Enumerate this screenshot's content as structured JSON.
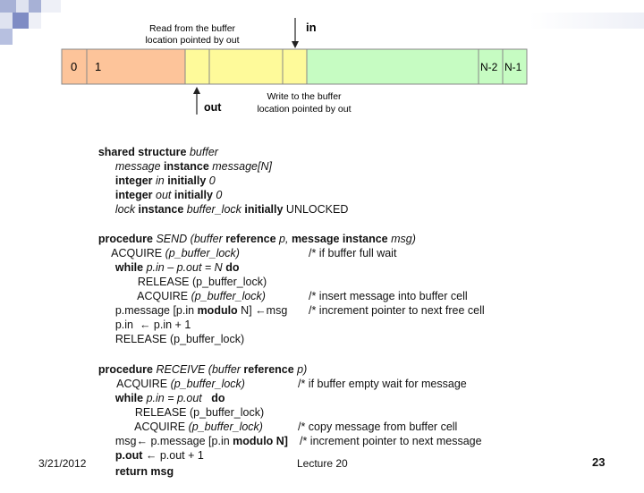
{
  "diagram": {
    "cells": [
      "0",
      "1",
      "N-2",
      "N-1"
    ],
    "read_note_line1": "Read from the buffer",
    "read_note_line2": "location pointed by out",
    "in_label": "in",
    "out_label": "out",
    "write_note_line1": "Write to the buffer",
    "write_note_line2": "location pointed by out",
    "colors": {
      "filled_salmon": "#fdc49a",
      "filled_yellow": "#fefa9a",
      "free_green": "#c6fcc2",
      "border": "#888888"
    }
  },
  "code": {
    "shared": {
      "l1a": "shared structure ",
      "l1b": "buffer",
      "l2a": "message",
      "l2b": " instance ",
      "l2c": "message[N]",
      "l3a": "integer ",
      "l3b": "in",
      "l3c": " initially ",
      "l3d": "0",
      "l4a": "integer ",
      "l4b": "out",
      "l4c": " initially ",
      "l4d": "0",
      "l5a": "lock",
      "l5b": " instance ",
      "l5c": "buffer_lock",
      "l5d": " initially ",
      "l5e": "UNLOCKED"
    },
    "send": {
      "h1": "procedure ",
      "h2": "SEND (buffer ",
      "h3": "reference ",
      "h4": "p, ",
      "h5": "message instance ",
      "h6": "msg)",
      "a1": "ACQUIRE ",
      "a2": "(p_buffer_lock)",
      "w1": "while ",
      "w2": "p.in – p.out = N ",
      "w3": "do",
      "r": "RELEASE (p_buffer_lock)",
      "aq1": "ACQUIRE ",
      "aq2": "(p_buffer_lock)",
      "m1": "p.message [p.in ",
      "m2": "modulo",
      "m3": " N] ",
      "m4": "msg",
      "pin": "p.in  ",
      "pin2": " p.in + 1",
      "rel": "RELEASE (p_buffer_lock)",
      "c_full": "/* if buffer full wait",
      "c_insert": "/* insert message into buffer cell",
      "c_incr": "/* increment pointer to next free cell"
    },
    "receive": {
      "h1": "procedure ",
      "h2": "RECEIVE (buffer ",
      "h3": "reference ",
      "h4": "p)",
      "a1": "ACQUIRE ",
      "a2": "(p_buffer_lock)",
      "w1": "while ",
      "w2": "p.in = p.out ",
      "w3": "  do",
      "r": "RELEASE (p_buffer_lock)",
      "aq1": "ACQUIRE ",
      "aq2": "(p_buffer_lock)",
      "m1": "msg",
      "m2": " p.message [p.in ",
      "m3": "modulo N]",
      "po1": "p.out ",
      "po2": " p.out + 1",
      "ret": "return msg",
      "c_empty": "/* if buffer empty wait for message",
      "c_copy": "/* copy message from buffer cell",
      "c_incr": "/* increment pointer to next message"
    },
    "arrow_glyph": "←"
  },
  "footer": {
    "date": "3/21/2012",
    "title": "Lecture 20",
    "page": "23"
  }
}
